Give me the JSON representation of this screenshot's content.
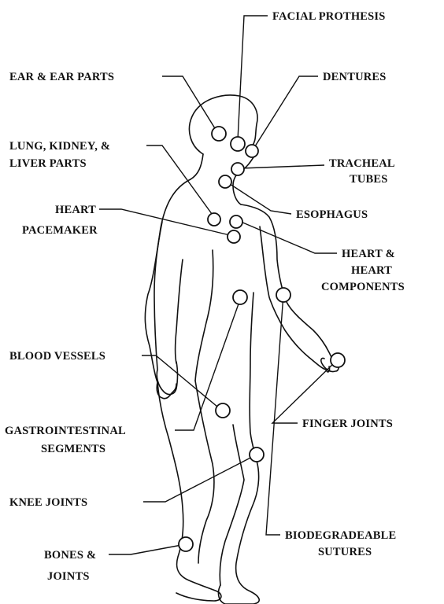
{
  "labels": {
    "facial_prothesis": "FACIAL PROTHESIS",
    "ear_parts": "EAR & EAR PARTS",
    "dentures": "DENTURES",
    "lung_line1": "LUNG, KIDNEY, &",
    "lung_line2": "LIVER PARTS",
    "tracheal_line1": "TRACHEAL",
    "tracheal_line2": "TUBES",
    "pacemaker_line1": "HEART",
    "pacemaker_line2": "PACEMAKER",
    "esophagus": "ESOPHAGUS",
    "heart_comp_line1": "HEART &",
    "heart_comp_line2": "HEART",
    "heart_comp_line3": "COMPONENTS",
    "blood_vessels": "BLOOD VESSELS",
    "finger_joints": "FINGER JOINTS",
    "gi_line1": "GASTROINTESTINAL",
    "gi_line2": "SEGMENTS",
    "knee_joints": "KNEE JOINTS",
    "sutures_line1": "BIODEGRADEABLE",
    "sutures_line2": "SUTURES",
    "bones_line1": "BONES &",
    "bones_line2": "JOINTS"
  },
  "colors": {
    "ink": "#111111",
    "background": "#ffffff"
  }
}
